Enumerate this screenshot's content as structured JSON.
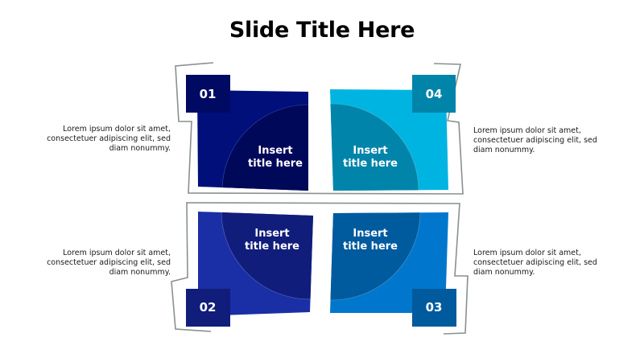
{
  "slide": {
    "title": "Slide Title Here"
  },
  "colors": {
    "frame": "#8a9090",
    "item1_main": "#000f7a",
    "item1_quarter": "#00085a",
    "item1_badge": "#000a63",
    "item2_main": "#1a2fa6",
    "item2_quarter": "#111d7a",
    "item2_badge": "#111d7a",
    "item3_main": "#0077cc",
    "item3_quarter": "#005a9e",
    "item3_badge": "#005a9e",
    "item4_main": "#00b4e2",
    "item4_quarter": "#0084aa",
    "item4_badge": "#0084aa"
  },
  "items": [
    {
      "number": "01",
      "label_line1": "Insert",
      "label_line2": "title here",
      "desc_line1": "Lorem ipsum dolor sit amet,",
      "desc_line2": "consectetuer adipiscing elit, sed",
      "desc_line3": "diam nonummy."
    },
    {
      "number": "02",
      "label_line1": "Insert",
      "label_line2": "title here",
      "desc_line1": "Lorem ipsum dolor sit amet,",
      "desc_line2": "consectetuer adipiscing elit, sed",
      "desc_line3": "diam nonummy."
    },
    {
      "number": "03",
      "label_line1": "Insert",
      "label_line2": "title here",
      "desc_line1": "Lorem ipsum dolor sit amet,",
      "desc_line2": "consectetuer adipiscing elit, sed",
      "desc_line3": "diam nonummy."
    },
    {
      "number": "04",
      "label_line1": "Insert",
      "label_line2": "title here",
      "desc_line1": "Lorem ipsum dolor sit amet,",
      "desc_line2": "consectetuer adipiscing elit, sed",
      "desc_line3": "diam nonummy."
    }
  ]
}
